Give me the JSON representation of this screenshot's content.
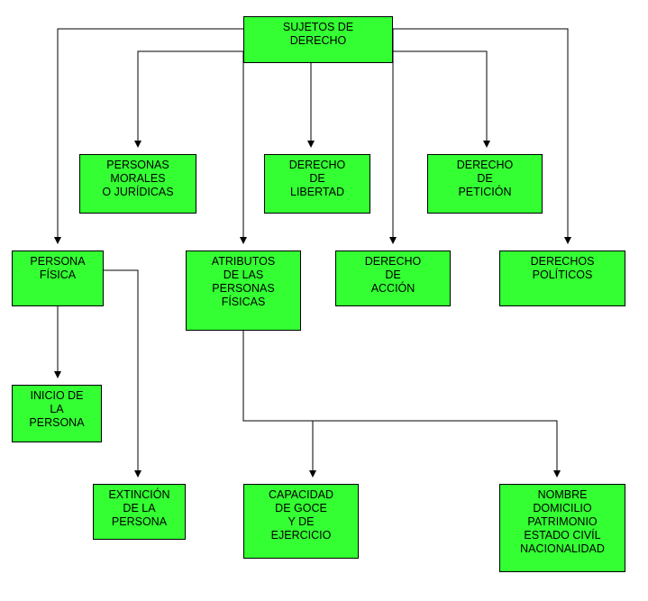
{
  "colors": {
    "box_fill": "#33ff33",
    "box_border": "#000000",
    "line": "#000000",
    "background": "#ffffff"
  },
  "nodes": {
    "sujetos": {
      "lines": [
        "SUJETOS DE",
        "DERECHO"
      ]
    },
    "morales": {
      "lines": [
        "PERSONAS",
        "MORALES",
        "O JURÍDICAS"
      ]
    },
    "libertad": {
      "lines": [
        "DERECHO",
        "DE",
        "LIBERTAD"
      ]
    },
    "peticion": {
      "lines": [
        "DERECHO",
        "DE",
        "PETICIÓN"
      ]
    },
    "fisica": {
      "lines": [
        "PERSONA",
        "FÍSICA"
      ]
    },
    "atributos": {
      "lines": [
        "ATRIBUTOS",
        "DE LAS",
        "PERSONAS",
        "FÍSICAS"
      ]
    },
    "accion": {
      "lines": [
        "DERECHO",
        "DE",
        "ACCIÓN"
      ]
    },
    "politicos": {
      "lines": [
        "DERECHOS",
        "POLÍTICOS"
      ]
    },
    "inicio": {
      "lines": [
        "INICIO DE",
        "LA",
        "PERSONA"
      ]
    },
    "extincion": {
      "lines": [
        "EXTINCIÓN",
        "DE LA",
        "PERSONA"
      ]
    },
    "capacidad": {
      "lines": [
        "CAPACIDAD",
        "DE GOCE",
        "Y DE",
        "EJERCICIO"
      ]
    },
    "nombre": {
      "lines": [
        "NOMBRE",
        "DOMICILIO",
        "PATRIMONIO",
        "ESTADO CIVÍL",
        "NACIONALIDAD"
      ]
    }
  },
  "edges": [
    [
      "sujetos",
      "fisica"
    ],
    [
      "sujetos",
      "morales"
    ],
    [
      "sujetos",
      "atributos"
    ],
    [
      "sujetos",
      "libertad"
    ],
    [
      "sujetos",
      "accion"
    ],
    [
      "sujetos",
      "peticion"
    ],
    [
      "sujetos",
      "politicos"
    ],
    [
      "fisica",
      "inicio"
    ],
    [
      "fisica",
      "extincion"
    ],
    [
      "atributos",
      "capacidad"
    ],
    [
      "atributos",
      "nombre"
    ]
  ]
}
